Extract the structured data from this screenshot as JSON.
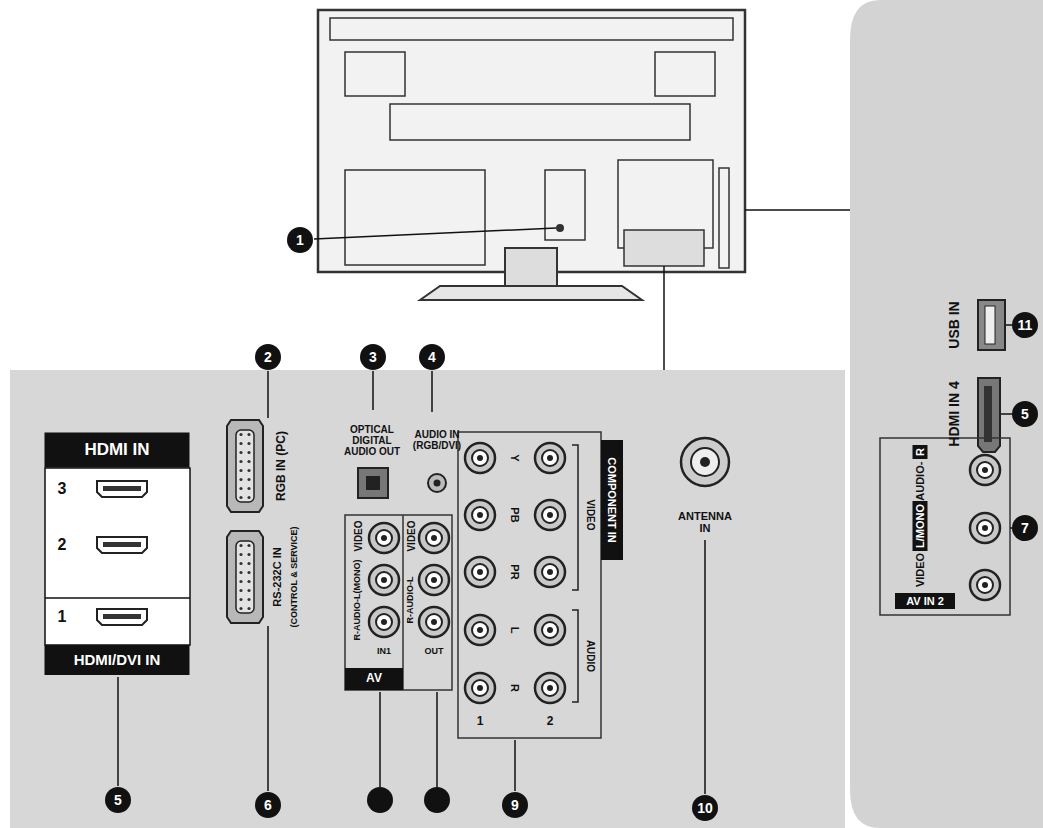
{
  "diagram": {
    "nodes": [
      {
        "text": [
          "HDMI IN"
        ]
      },
      {
        "text": [
          "HDMI/DVI IN"
        ]
      },
      {
        "text": [
          "AV"
        ]
      },
      {
        "text": [
          "COMPONENT IN"
        ]
      },
      {
        "text": [
          "AV IN 2"
        ]
      },
      {
        "text": [
          "L/MONO"
        ]
      },
      {
        "text": [
          "R"
        ]
      }
    ],
    "labels": [
      "1",
      "2",
      "3",
      "4",
      "3",
      "2",
      "1",
      "RGB IN (PC)",
      "RS-232C IN",
      "(CONTROL & SERVICE)",
      "OPTICAL DIGITAL AUDIO OUT",
      "AUDIO IN (RGB/DVI)",
      "VIDEO",
      "R-AUDIO-L(MONO)",
      "IN1",
      "VIDEO",
      "R-AUDIO-L",
      "OUT",
      "Y",
      "PB",
      "PR",
      "L",
      "R",
      "1",
      "2",
      "VIDEO",
      "AUDIO",
      "ANTENNA IN",
      "5",
      "6",
      "9",
      "10",
      "USB IN",
      "HDMI IN 4",
      "11",
      "5",
      "VIDEO",
      "-AUDIO-",
      "7"
    ]
  }
}
